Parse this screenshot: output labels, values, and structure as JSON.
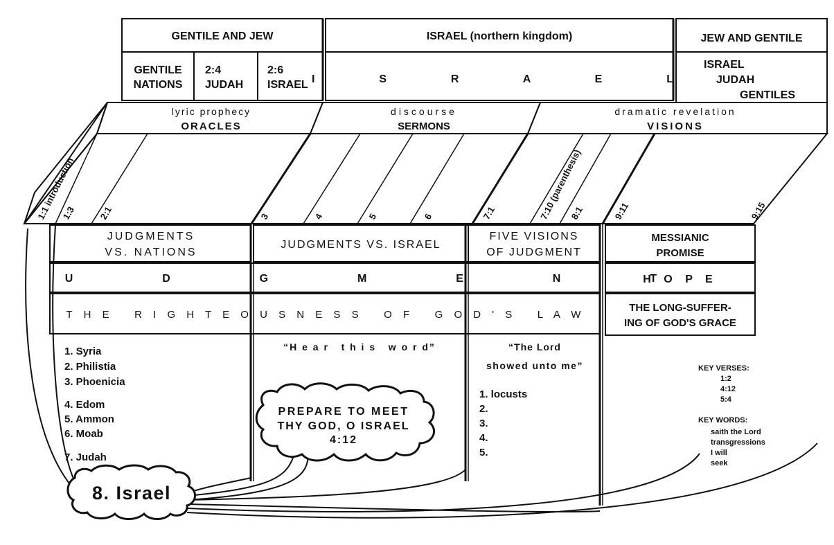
{
  "header": {
    "col1_title": "GENTILE AND JEW",
    "col2_title": "ISRAEL (northern kingdom)",
    "col3_title": "JEW AND GENTILE",
    "col1_cells": [
      {
        "line1": "GENTILE",
        "line2": "NATIONS"
      },
      {
        "line1": "2:4",
        "line2": "JUDAH"
      },
      {
        "line1": "2:6",
        "line2": "ISRAEL"
      }
    ],
    "col2_cell": "I  S  R  A  E  L",
    "col3_cell": [
      "ISRAEL",
      "JUDAH",
      "GENTILES"
    ]
  },
  "bands": [
    {
      "line1": "lyric prophecy",
      "line2": "ORACLES"
    },
    {
      "line1": "discourse",
      "line2": "SERMONS"
    },
    {
      "line1": "dramatic revelation",
      "line2": "VISIONS"
    }
  ],
  "references": [
    "1:1 introduction",
    "1:3",
    "2:1",
    "3",
    "4",
    "5",
    "6",
    "7:1",
    "7:10 (parenthesis)",
    "8:1",
    "9:11",
    "9:15"
  ],
  "sections": {
    "judgments_nations": [
      "JUDGMENTS",
      "VS. NATIONS"
    ],
    "judgments_israel": "JUDGMENTS VS. ISRAEL",
    "five_visions": [
      "FIVE VISIONS",
      "OF JUDGMENT"
    ],
    "messianic": [
      "MESSIANIC",
      "PROMISE"
    ],
    "judgment": "J  U  D  G  M  E  N  T",
    "hope": "H O P E",
    "righteousness": "T H E   R I G H T E O U S N E S S   O F   G O D ' S   L A W",
    "longsuffering": [
      "THE LONG-SUFFER-",
      "ING OF GOD'S GRACE"
    ]
  },
  "nations": [
    "1. Syria",
    "2. Philistia",
    "3. Phoenicia",
    "4. Edom",
    "5. Ammon",
    "6. Moab",
    "7. Judah"
  ],
  "israel_label": "8. Israel",
  "hear_this_word": "“H e a r   t h i s   w o r d”",
  "lord_showed": [
    "“The Lord",
    "showed unto me”"
  ],
  "visions_list": [
    "1. locusts",
    "2.",
    "3.",
    "4.",
    "5."
  ],
  "cloud_text": [
    "PREPARE TO MEET",
    "THY GOD, O ISRAEL",
    "4:12"
  ],
  "key_verses": {
    "title": "KEY VERSES:",
    "items": [
      "1:2",
      "4:12",
      "5:4"
    ]
  },
  "key_words": {
    "title": "KEY WORDS:",
    "items": [
      "saith the Lord",
      "transgressions",
      "I will",
      "seek"
    ]
  }
}
